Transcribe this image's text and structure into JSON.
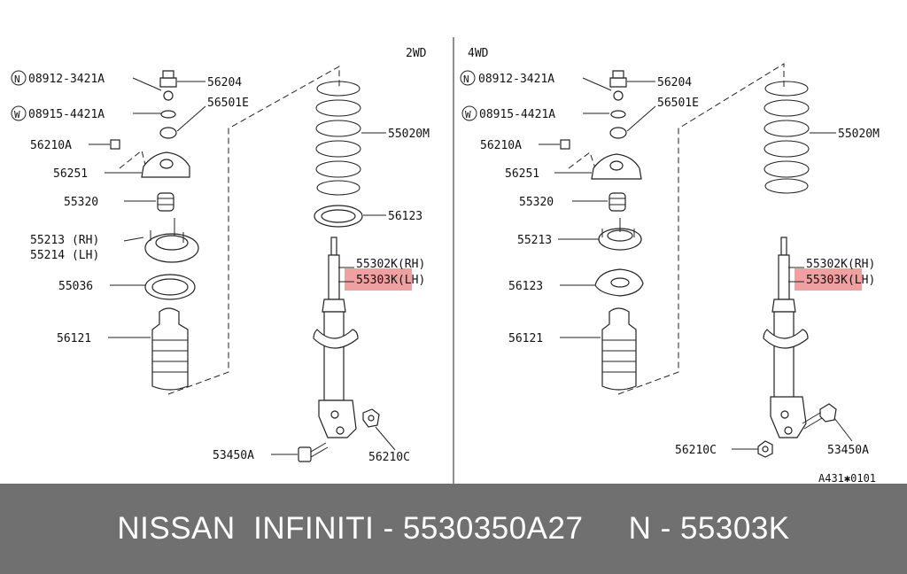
{
  "diagram": {
    "left_panel": {
      "header": "2WD",
      "labels": {
        "n_part": "08912-3421A",
        "n_mark": "N",
        "w_part": "08915-4421A",
        "w_mark": "W",
        "nut_56204": "56204",
        "washer_56501e": "56501E",
        "nut_56210a": "56210A",
        "plate_56251": "56251",
        "bound_55320": "55320",
        "mount_rh": "55213 (RH)",
        "mount_lh": "55214 (LH)",
        "seat_55036": "55036",
        "boot_56121": "56121",
        "spring_55020m": "55020M",
        "seat_56123": "56123",
        "strut_rh": "55302K(RH)",
        "strut_lh": "55303K(LH)",
        "bolt_53450a": "53450A",
        "nut_56210c": "56210C"
      }
    },
    "right_panel": {
      "header": "4WD",
      "labels": {
        "n_part": "08912-3421A",
        "n_mark": "N",
        "w_part": "08915-4421A",
        "w_mark": "W",
        "nut_56204": "56204",
        "washer_56501e": "56501E",
        "nut_56210a": "56210A",
        "plate_56251": "56251",
        "bound_55320": "55320",
        "mount": "55213",
        "seat_56123": "56123",
        "boot_56121": "56121",
        "spring_55020m": "55020M",
        "strut_rh": "55302K(RH)",
        "strut_lh": "55303K(LH)",
        "bolt_53450a": "53450A",
        "nut_56210c": "56210C",
        "ref_code": "A431✱0101"
      }
    },
    "highlight_color": "#f0a0a0"
  },
  "footer": {
    "text": "NISSAN  INFINITI - 5530350A27     N - 55303K"
  }
}
